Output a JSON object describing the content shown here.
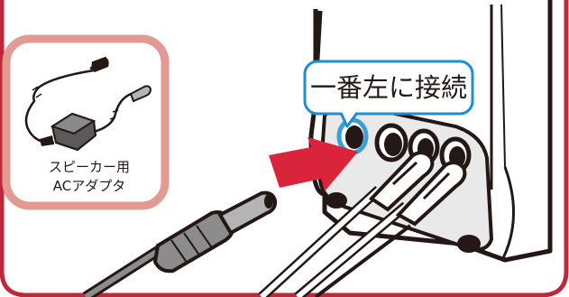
{
  "callout": {
    "text": "一番左に接続"
  },
  "inset": {
    "caption_line1": "スピーカー用",
    "caption_line2": "ACアダプタ"
  },
  "colors": {
    "frame": "#c0273b",
    "inset_border": "#e29a93",
    "arrow": "#d9243c",
    "callout_border": "#1c8fd0",
    "jack_highlight": "#3e9ed8",
    "speaker_body": "#ffffff",
    "ink": "#231815"
  },
  "icons": {
    "adapter": "ac-adapter-icon",
    "arrow": "insert-arrow-icon"
  }
}
